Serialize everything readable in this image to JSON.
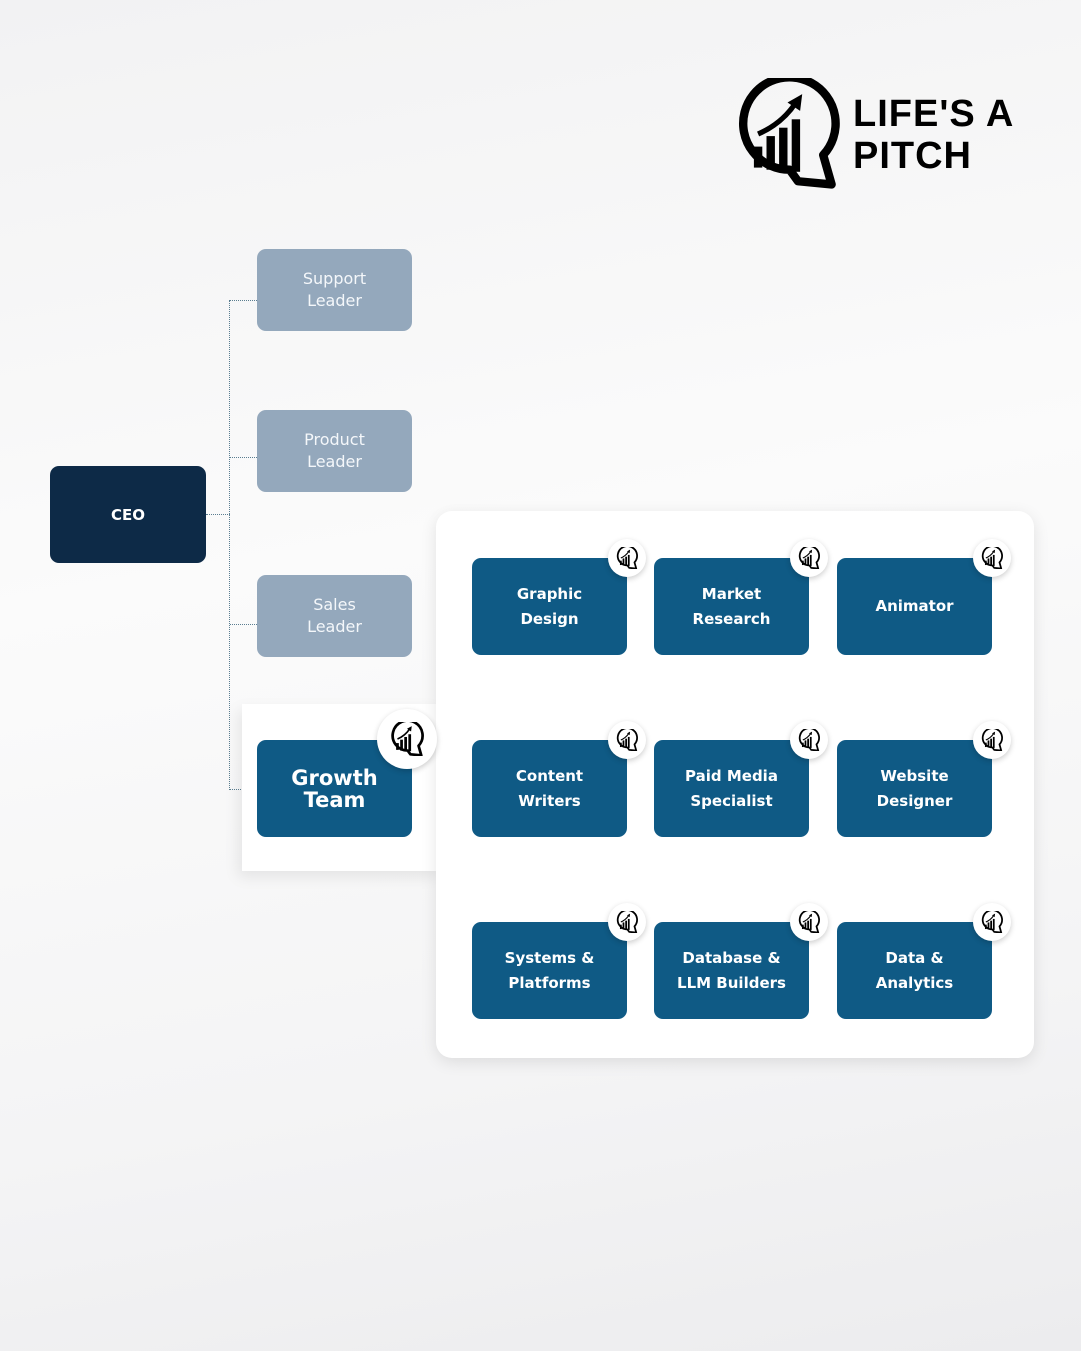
{
  "logo": {
    "line1": "LIFE'S A",
    "line2": "PITCH"
  },
  "ceo": {
    "label": "CEO"
  },
  "leaders": [
    {
      "label": "Support\nLeader"
    },
    {
      "label": "Product\nLeader"
    },
    {
      "label": "Sales\nLeader"
    }
  ],
  "growth_team": {
    "label": "Growth\nTeam"
  },
  "teams": [
    {
      "label": "Graphic\nDesign"
    },
    {
      "label": "Market\nResearch"
    },
    {
      "label": "Animator"
    },
    {
      "label": "Content\nWriters"
    },
    {
      "label": "Paid Media\nSpecialist"
    },
    {
      "label": "Website\nDesigner"
    },
    {
      "label": "Systems &\nPlatforms"
    },
    {
      "label": "Database  &\nLLM Builders"
    },
    {
      "label": "Data &\nAnalytics"
    }
  ],
  "colors": {
    "ceo": "#0d2a47",
    "team": "#0f5a85",
    "leader": "#94a8bc"
  }
}
